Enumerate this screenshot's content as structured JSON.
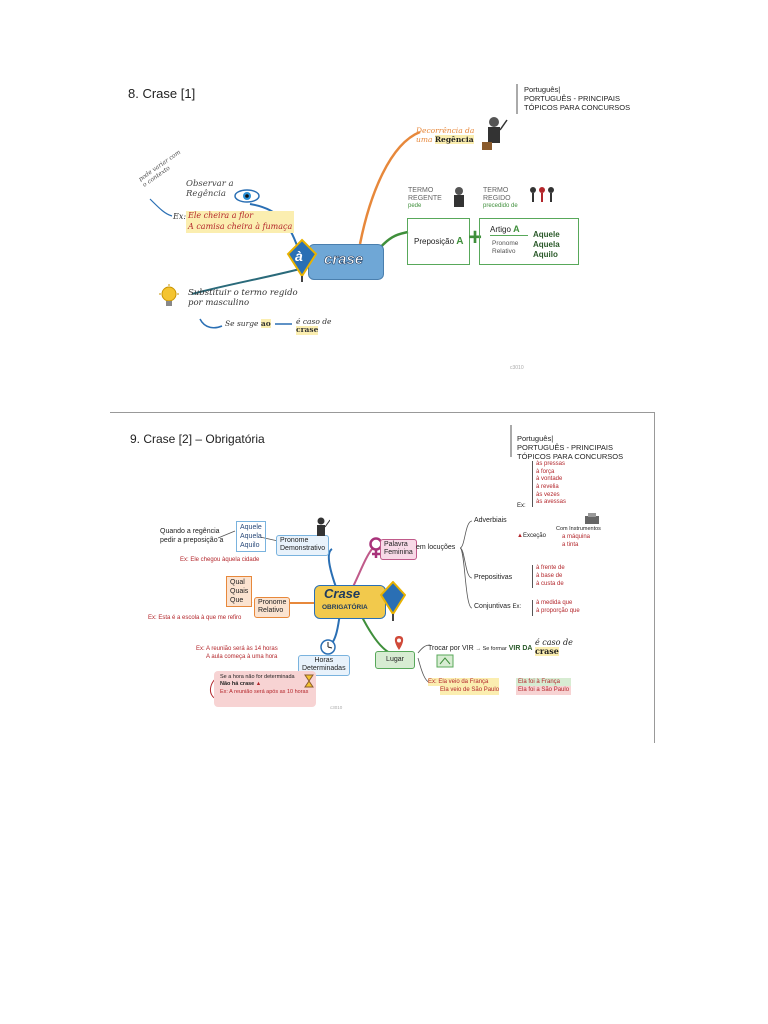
{
  "panel1": {
    "title": "8. Crase [1]",
    "header": [
      "Português|",
      "PORTUGUÊS - PRINCIPAIS",
      "TÓPICOS PARA CONCURSOS"
    ],
    "center": "crase",
    "center_badge": "à",
    "decorrencia": [
      "Decorrência da",
      "uma",
      "Regência"
    ],
    "observar": [
      "Observar a",
      "Regência"
    ],
    "pode_variar": [
      "pode variar com",
      "o contexto"
    ],
    "ex_label": "Ex:",
    "examples": [
      "Ele cheira a flor",
      "A camisa cheira à fumaça"
    ],
    "termo_regente": [
      "TERMO",
      "REGENTE"
    ],
    "termo_regente_sub": "pede",
    "termo_regido": [
      "TERMO",
      "REGIDO"
    ],
    "termo_regido_sub": "precedido de",
    "preposicao": "Preposição",
    "preposicao_a": "A",
    "artigo": "Artigo",
    "artigo_a": "A",
    "pronome_relativo": [
      "Pronome",
      "Relativo"
    ],
    "aquele": [
      "Aquele",
      "Aquela",
      "Aquilo"
    ],
    "substituir": [
      "Substituir o termo regido",
      "por masculino"
    ],
    "se_surge": "Se surge",
    "ao": "ao",
    "e_caso": [
      "é caso de",
      "crase"
    ],
    "footer": "c3010"
  },
  "panel2": {
    "title": "9. Crase [2] – Obrigatória",
    "header": [
      "Português|",
      "PORTUGUÊS - PRINCIPAIS",
      "TÓPICOS PARA CONCURSOS"
    ],
    "center": [
      "Crase",
      "OBRIGATÓRIA"
    ],
    "quando": [
      "Quando a regência",
      "pedir a preposição a"
    ],
    "aquele": [
      "Aquele",
      "Aquela",
      "Aquilo"
    ],
    "pronome_demonstrativo": [
      "Pronome",
      "Demonstrativo"
    ],
    "ex_demonstrativo": "Ex: Ele chegou àquela cidade",
    "palavra_feminina": [
      "Palavra",
      "Feminina"
    ],
    "em_locucoes": "em locuções",
    "adverbiais": "Adverbiais",
    "ex_label": "Ex:",
    "adverbiais_list": [
      "às pressas",
      "à força",
      "à vontade",
      "à revelia",
      "às vezes",
      "às avessas"
    ],
    "excecao": "Exceção",
    "com_instrumentos": "Com Instrumentos",
    "instrumentos_list": [
      "a máquina",
      "a tinta"
    ],
    "prepositivas": "Prepositivas",
    "prepositivas_list": [
      "à frente de",
      "à base de",
      "à custa de"
    ],
    "conjuntivas": "Conjuntivas",
    "conjuntivas_list": [
      "à medida que",
      "à proporção que"
    ],
    "qual": [
      "Qual",
      "Quais",
      "Que"
    ],
    "pronome_relativo": [
      "Pronome",
      "Relativo"
    ],
    "ex_relativo": "Ex: Esta é a escola à que me refiro",
    "ex_horas": [
      "Ex: A reunião será às 14 horas",
      "A aula começa à uma hora"
    ],
    "horas": [
      "Horas",
      "Determinadas"
    ],
    "se_hora": [
      "Se a hora não for determinada",
      "Não há crase",
      "Ex: A reunião será após as 10 horas"
    ],
    "lugar": "Lugar",
    "trocar": "Trocar por VIR",
    "se_formar": "Se formar",
    "vir_da": "VIR DA",
    "e_caso": [
      "é caso de",
      "crase"
    ],
    "ex_lugar": [
      "Ex: Ela veio da França",
      "Ela veio de São Paulo"
    ],
    "ex_lugar_right": [
      "Ela foi à França",
      "Ela foi a São Paulo"
    ],
    "footer": "c3010"
  }
}
